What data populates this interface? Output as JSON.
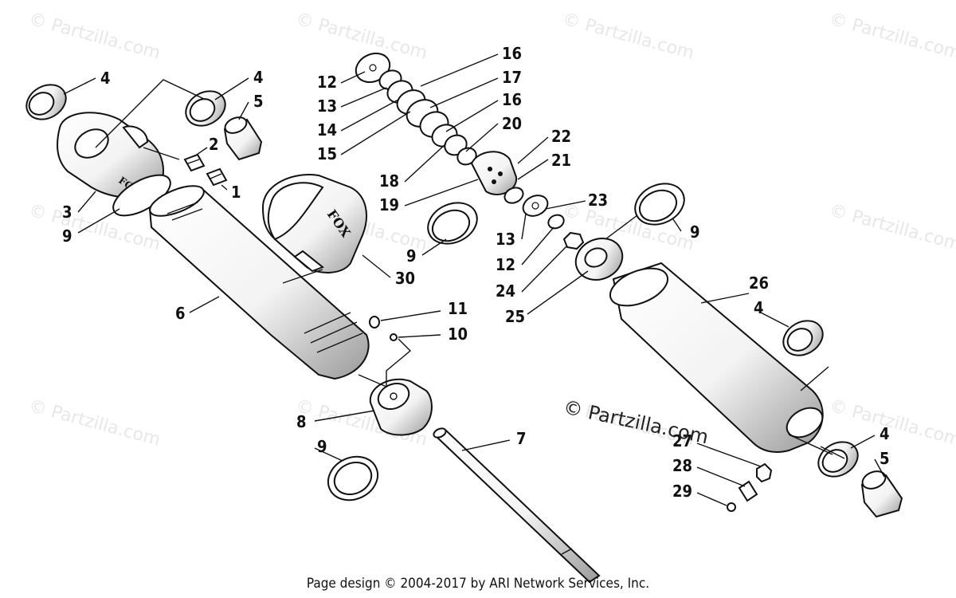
{
  "watermarks": [
    "© Partzilla.com",
    "© Partzilla.com",
    "© Partzilla.com",
    "© Partzilla.com",
    "© Partzilla.com",
    "© Partzilla.com",
    "© Partzilla.com",
    "© Partzilla.com",
    "© Partzilla.com",
    "© Partzilla.com",
    "© Partzilla.com",
    "© Partzilla.com"
  ],
  "main_watermark": "© Partzilla.com",
  "brand_marks": [
    "FOX",
    "FOX"
  ],
  "callouts": [
    "4",
    "4",
    "5",
    "2",
    "1",
    "3",
    "9",
    "6",
    "30",
    "9",
    "16",
    "17",
    "16",
    "20",
    "22",
    "21",
    "12",
    "13",
    "14",
    "15",
    "18",
    "19",
    "23",
    "13",
    "12",
    "24",
    "25",
    "9",
    "26",
    "4",
    "11",
    "10",
    "8",
    "9",
    "7",
    "27",
    "28",
    "29",
    "4",
    "5"
  ],
  "footer": "Page design © 2004-2017 by ARI Network Services, Inc."
}
